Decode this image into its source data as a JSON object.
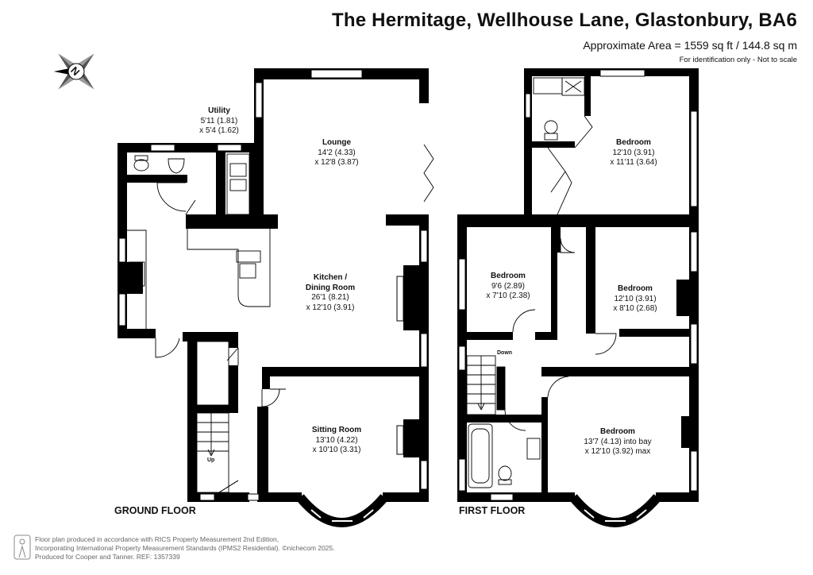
{
  "header": {
    "title": "The Hermitage, Wellhouse Lane, Glastonbury, BA6",
    "area": "Approximate Area = 1559 sq ft / 144.8 sq m",
    "note": "For identification only - Not to scale"
  },
  "compass": {
    "letter": "N"
  },
  "floors": {
    "ground": "GROUND FLOOR",
    "first": "FIRST FLOOR"
  },
  "rooms": {
    "utility": {
      "name": "Utility",
      "dim1": "5'11 (1.81)",
      "dim2": "x 5'4 (1.62)"
    },
    "lounge": {
      "name": "Lounge",
      "dim1": "14'2 (4.33)",
      "dim2": "x 12'8 (3.87)"
    },
    "kitchen": {
      "name1": "Kitchen /",
      "name2": "Dining Room",
      "dim1": "26'1 (8.21)",
      "dim2": "x 12'10 (3.91)"
    },
    "sitting": {
      "name": "Sitting Room",
      "dim1": "13'10 (4.22)",
      "dim2": "x 10'10 (3.31)"
    },
    "bed_top": {
      "name": "Bedroom",
      "dim1": "12'10 (3.91)",
      "dim2": "x 11'11 (3.64)"
    },
    "bed_left": {
      "name": "Bedroom",
      "dim1": "9'6 (2.89)",
      "dim2": "x 7'10 (2.38)"
    },
    "bed_right": {
      "name": "Bedroom",
      "dim1": "12'10 (3.91)",
      "dim2": "x 8'10 (2.68)"
    },
    "bed_bottom": {
      "name": "Bedroom",
      "dim1": "13'7 (4.13) into bay",
      "dim2": "x 12'10 (3.92) max"
    }
  },
  "stairs": {
    "up": "Up",
    "down": "Down"
  },
  "footer": {
    "text": "Floor plan produced in accordance with RICS Property Measurement 2nd Edition,\nIncorporating International Property Measurement Standards (IPMS2 Residential).  ©nichecom 2025.\nProduced for Cooper and Tanner.   REF: 1357339"
  }
}
